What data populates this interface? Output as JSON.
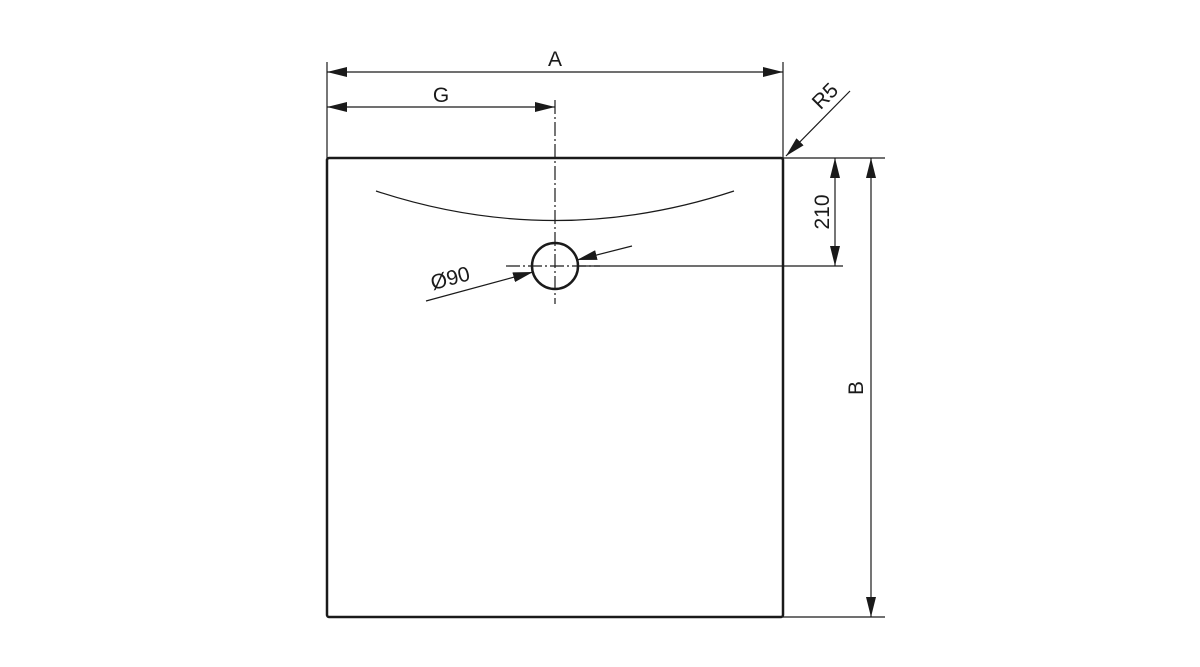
{
  "drawing": {
    "dimensions": {
      "width_label": "A",
      "depth_label": "B",
      "drain_offset_x_label": "G",
      "drain_offset_y_label": "210",
      "drain_diameter_label": "Ø90",
      "corner_radius_label": "R5"
    }
  }
}
